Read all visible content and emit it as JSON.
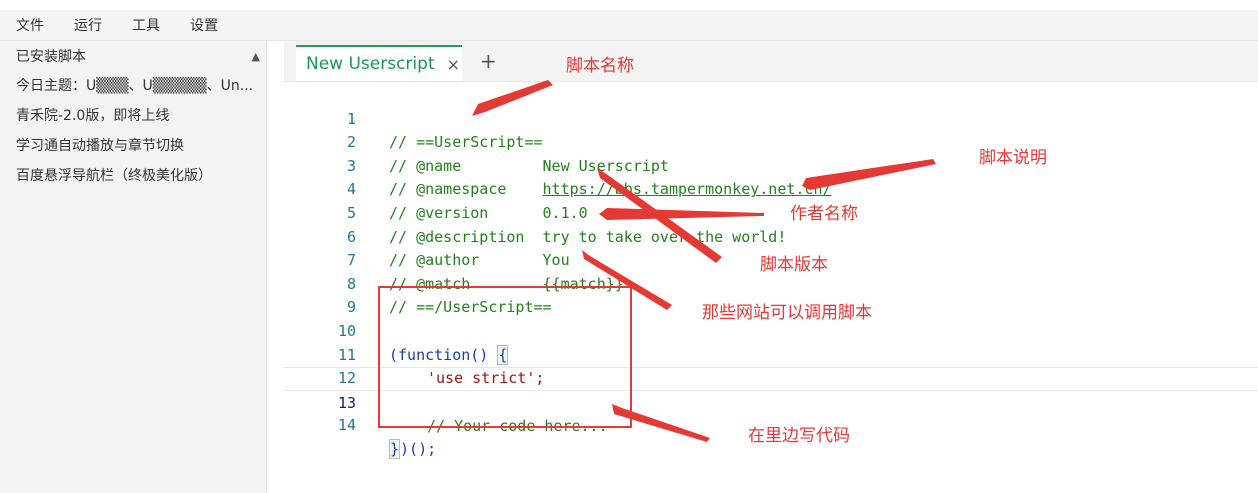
{
  "menubar": {
    "items": [
      "文件",
      "运行",
      "工具",
      "设置"
    ]
  },
  "sidebar": {
    "header": "已安装脚本",
    "items": [
      "今日主题：U▒▒▒、U▒▒▒▒▒、Un...",
      "青禾院-2.0版，即将上线",
      "学习通自动播放与章节切换",
      "百度悬浮导航栏（终极美化版）"
    ]
  },
  "tabs": {
    "active_label": "New Userscript",
    "close_glyph": "×",
    "add_glyph": "+"
  },
  "editor": {
    "line_numbers": [
      "1",
      "2",
      "3",
      "4",
      "5",
      "6",
      "7",
      "8",
      "9",
      "10",
      "11",
      "12",
      "13",
      "14"
    ],
    "lines": {
      "l1": "// ==UserScript==",
      "l2_key": "// @name         ",
      "l2_val": "New Userscript",
      "l3_key": "// @namespace    ",
      "l3_val": "https://bbs.tampermonkey.net.cn/",
      "l4_key": "// @version      ",
      "l4_val": "0.1.0",
      "l5_key": "// @description  ",
      "l5_val": "try to take over the world!",
      "l6_key": "// @author       ",
      "l6_val": "You",
      "l7_key": "// @match        ",
      "l7_val": "{{match}}",
      "l8": "// ==/UserScript==",
      "l10_a": "(function() ",
      "l10_b": "{",
      "l11": "'use strict';",
      "l13": "// Your code here...",
      "l14_a": "}",
      "l14_b": ")();"
    }
  },
  "annotations": {
    "script_name": "脚本名称",
    "script_desc": "脚本说明",
    "author_name": "作者名称",
    "script_version": "脚本版本",
    "sites": "那些网站可以调用脚本",
    "write_code": "在里边写代码"
  },
  "colors": {
    "accent": "#1aa260",
    "annotation": "#e53935",
    "comment": "#267f1f"
  }
}
